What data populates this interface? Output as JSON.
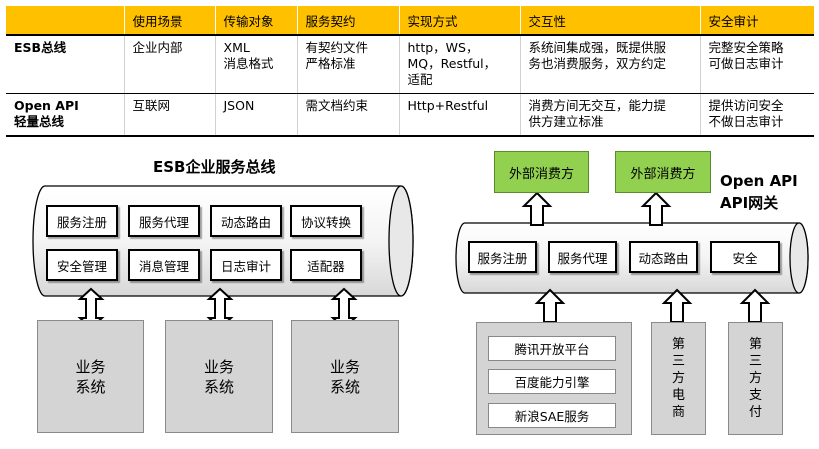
{
  "table": {
    "headers": [
      "",
      "使用场景",
      "传输对象",
      "服务契约",
      "实现方式",
      "交互性",
      "安全审计"
    ],
    "rows": [
      [
        "ESB总线",
        "企业内部",
        "XML\n消息格式",
        "有契约文件\n严格标准",
        "http，WS，\nMQ，Restful，\n适配",
        "系统间集成强，既提供服\n务也消费服务，双方约定",
        "完整安全策略\n可做日志审计"
      ],
      [
        "Open API\n轻量总线",
        "互联网",
        "JSON",
        "需文档约束",
        "Http+Restful",
        "消费方间无交互，能力提\n供方建立标准",
        "提供访问安全\n不做日志审计"
      ]
    ]
  },
  "esb": {
    "title": "ESB企业服务总线",
    "modules": [
      "服务注册",
      "服务代理",
      "动态路由",
      "协议转换",
      "安全管理",
      "消息管理",
      "日志审计",
      "适配器"
    ],
    "systems": [
      "业务\n系统",
      "业务\n系统",
      "业务\n系统"
    ]
  },
  "openapi": {
    "title_line1": "Open API",
    "title_line2": "API网关",
    "consumers": [
      "外部消费方",
      "外部消费方"
    ],
    "modules": [
      "服务注册",
      "服务代理",
      "动态路由",
      "安全"
    ],
    "platforms": [
      "腾讯开放平台",
      "百度能力引擎",
      "新浪SAE服务"
    ],
    "third_party": [
      "第三方电商",
      "第三方支付"
    ]
  },
  "colors": {
    "header": "#ffc000",
    "consumer": "#92d050",
    "system": "#d4d4d4"
  }
}
